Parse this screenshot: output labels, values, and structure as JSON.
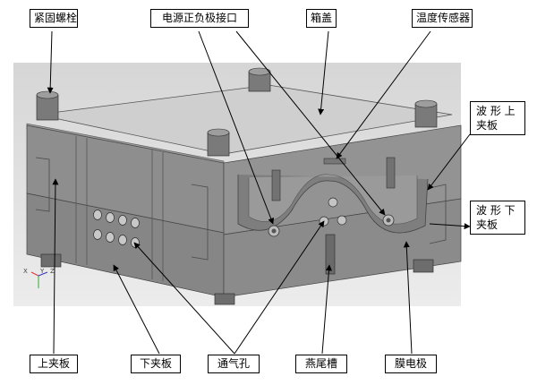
{
  "labels": {
    "bolt": "紧固螺栓",
    "electrode_port": "电源正负极接口",
    "lid": "箱盖",
    "temp_sensor": "温度传感器",
    "wave_upper_l1": "波 形 上",
    "wave_upper_l2": "夹板",
    "wave_lower_l1": "波 形 下",
    "wave_lower_l2": "夹板",
    "upper_plate": "上夹板",
    "lower_plate": "下夹板",
    "vent_hole": "通气孔",
    "dovetail": "燕尾槽",
    "membrane_electrode": "膜电极"
  },
  "axis": {
    "x": "X",
    "y": "Y",
    "z": "Z"
  },
  "colors": {
    "metal": "#8c8c8c",
    "metal_dark": "#6e6e6e",
    "lid": "#c9c9c9",
    "bg_render": "#d9d9d9"
  }
}
